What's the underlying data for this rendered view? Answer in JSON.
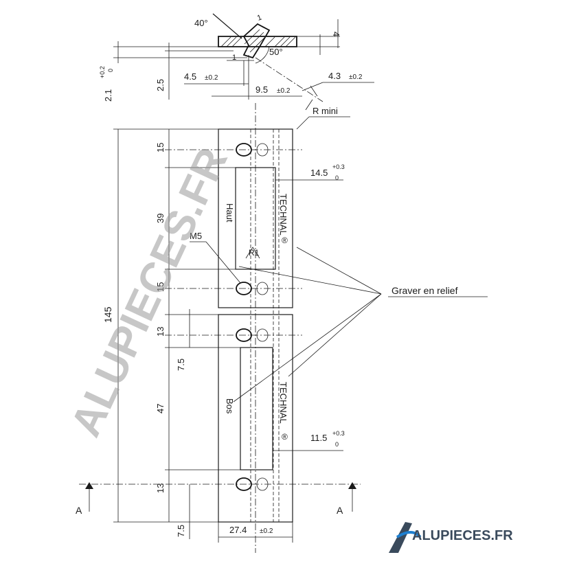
{
  "section": {
    "angle_top": "40°",
    "angle_bottom": "50°",
    "dim_height": "2.1",
    "dim_height_tol_plus": "+0.2",
    "dim_height_tol_minus": "0",
    "dim_depth": "2.5",
    "dim_slot": "4.5",
    "dim_slot_tol": "±0.2",
    "dim_offset": "9.5",
    "dim_offset_tol": "±0.2",
    "dim_width": "4.3",
    "dim_width_tol": "±0.2",
    "dim_right": "4",
    "dim_one_a": "1",
    "dim_one_b": "1",
    "radius_note": "R mini"
  },
  "plan": {
    "overall_height": "145",
    "dims_upper": [
      "15",
      "39",
      "15"
    ],
    "dims_lower": [
      "13",
      "7.5",
      "47",
      "13",
      "7.5"
    ],
    "upper_window": "14.5",
    "upper_window_tol_plus": "+0.3",
    "upper_window_tol_minus": "0",
    "lower_window": "11.5",
    "lower_window_tol_plus": "+0.3",
    "lower_window_tol_minus": "0",
    "thread": "M5",
    "radius": "R1",
    "width": "27.4",
    "width_tol": "±0.2",
    "section_marker": "A"
  },
  "engraving": {
    "note": "Graver en relief",
    "brand_upper": "TECHNAL",
    "brand_lower": "TECHNAL",
    "registered": "®",
    "label_upper": "Haut",
    "label_lower": "Bos"
  },
  "watermark": {
    "text": "ALUPIECES.FR"
  },
  "logo": {
    "text": "ALUPIECES.FR",
    "color_dark": "#3a4a5c",
    "color_accent": "#1e7fd0"
  }
}
